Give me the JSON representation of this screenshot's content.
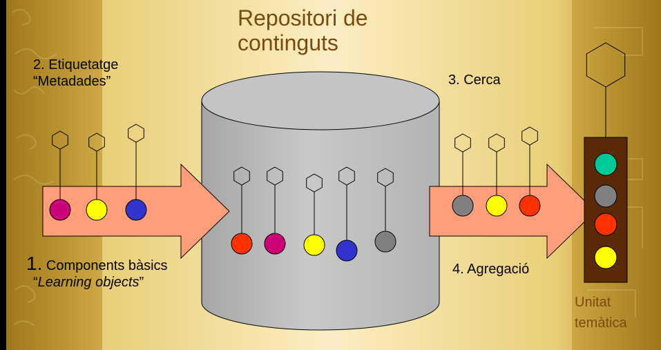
{
  "title": [
    "Repositori de",
    "continguts"
  ],
  "steps": {
    "tagging": [
      "2. Etiquetatge",
      "“Metadades”"
    ],
    "search": "3. Cerca",
    "components": {
      "number": "1.",
      "text": " Components bàsics",
      "sub_open": "“",
      "sub_italic": "Learning objects",
      "sub_close": "”"
    },
    "aggregation": "4. Agregació"
  },
  "unit_label": [
    "Unitat",
    "temàtica"
  ],
  "colors": {
    "magenta": "#cc0077",
    "yellow": "#ffff00",
    "blue": "#3333cc",
    "red": "#ff3300",
    "gray": "#808080",
    "teal": "#00c896",
    "arrow": "#ff9e7a",
    "cylinder": "#c0c0c0",
    "unit_box": "#5a2a08"
  },
  "tagging_stage": [
    "magenta",
    "yellow",
    "blue"
  ],
  "repository_objects": [
    "red",
    "magenta",
    "yellow",
    "blue",
    "gray"
  ],
  "search_stage": [
    "gray",
    "yellow",
    "red"
  ],
  "unit_objects": [
    "teal",
    "gray",
    "red",
    "yellow"
  ]
}
